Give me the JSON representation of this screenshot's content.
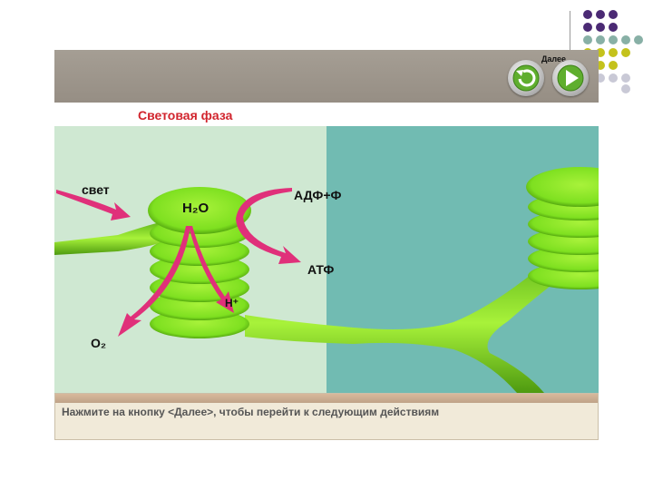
{
  "header": {
    "next_label": "Далее"
  },
  "title": "Световая фаза",
  "diagram": {
    "light_label": "свет",
    "water_label": "H₂O",
    "adp_label": "АДФ+Ф",
    "atp_label": "АТФ",
    "proton_label": "H⁺",
    "oxygen_label": "O₂"
  },
  "footer": {
    "instruction": "Нажмите на кнопку <Далее>, чтобы перейти к следующим действиям"
  },
  "colors": {
    "title": "#d1242d",
    "arrow": "#e0307a",
    "thylakoid": "#7ee020",
    "stroma_left": "#cfe8d2",
    "stroma_right": "#71bbb2",
    "dot_purple": "#4b2a74",
    "dot_teal": "#88b0a6",
    "dot_yellow": "#c4c21c",
    "dot_gray": "#c9c9d6"
  },
  "icons": {
    "back_button": "undo-arrow-icon",
    "next_button": "play-triangle-icon"
  }
}
